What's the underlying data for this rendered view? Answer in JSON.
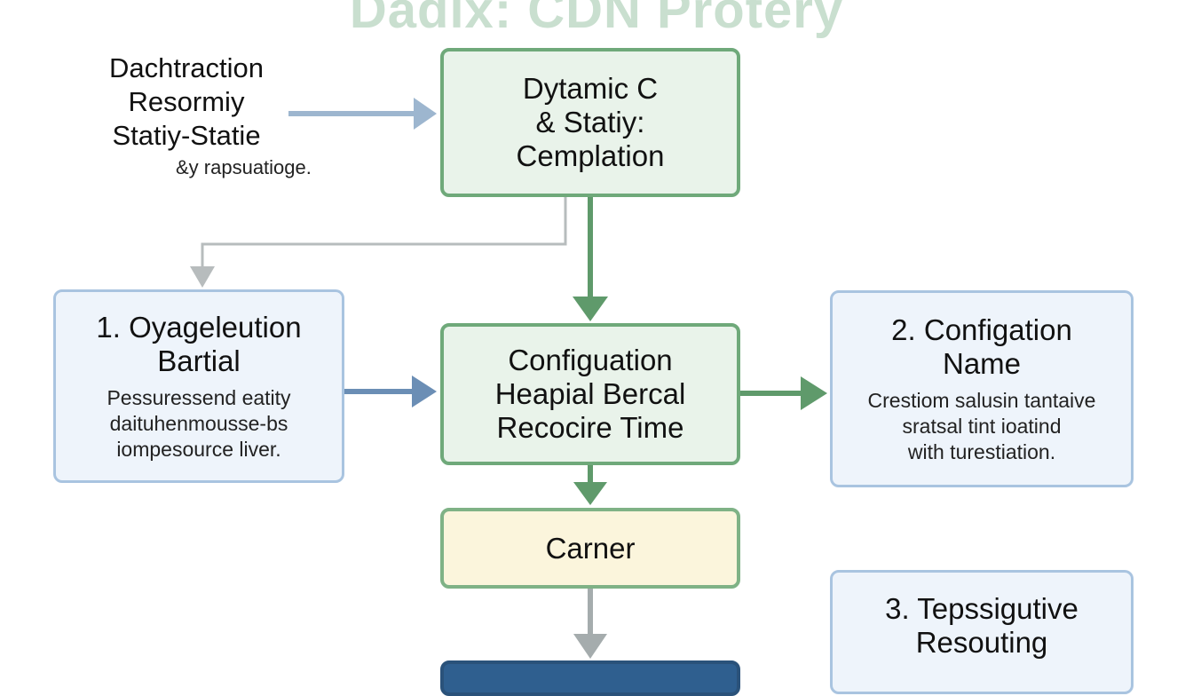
{
  "title": "Dadix: CDN Protery",
  "note": {
    "lines": [
      "Dachtraction",
      "Resormiy",
      "Statiy-Statie"
    ],
    "sub": "&y rapsuatioge."
  },
  "top_box": {
    "lines": [
      "Dytamic C",
      "& Statiy:",
      "Cemplation"
    ]
  },
  "left_box": {
    "title_lines": [
      "1. Oyageleution",
      "Bartial"
    ],
    "text_lines": [
      "Pessuressend eatity",
      "daituhenmousse-bs",
      "iompesource liver."
    ]
  },
  "center_box": {
    "lines": [
      "Configuation",
      "Heapial Bercal",
      "Recocire Time"
    ]
  },
  "right_box": {
    "title_lines": [
      "2. Configation",
      "Name"
    ],
    "text_lines": [
      "Crestiom salusin tantaive",
      "sratsal tint ioatind",
      "with turestiation."
    ]
  },
  "yellow_box": {
    "label": "Carner"
  },
  "bottom_right_box": {
    "title_lines": [
      "3. Tepssigutive",
      "Resouting"
    ]
  },
  "colors": {
    "green_border": "#6fa97a",
    "green_fill": "#e9f3ea",
    "blue_border": "#a9c4e0",
    "blue_fill": "#eef4fb",
    "yellow_fill": "#fbf5dc",
    "navy": "#2f5f8f"
  }
}
